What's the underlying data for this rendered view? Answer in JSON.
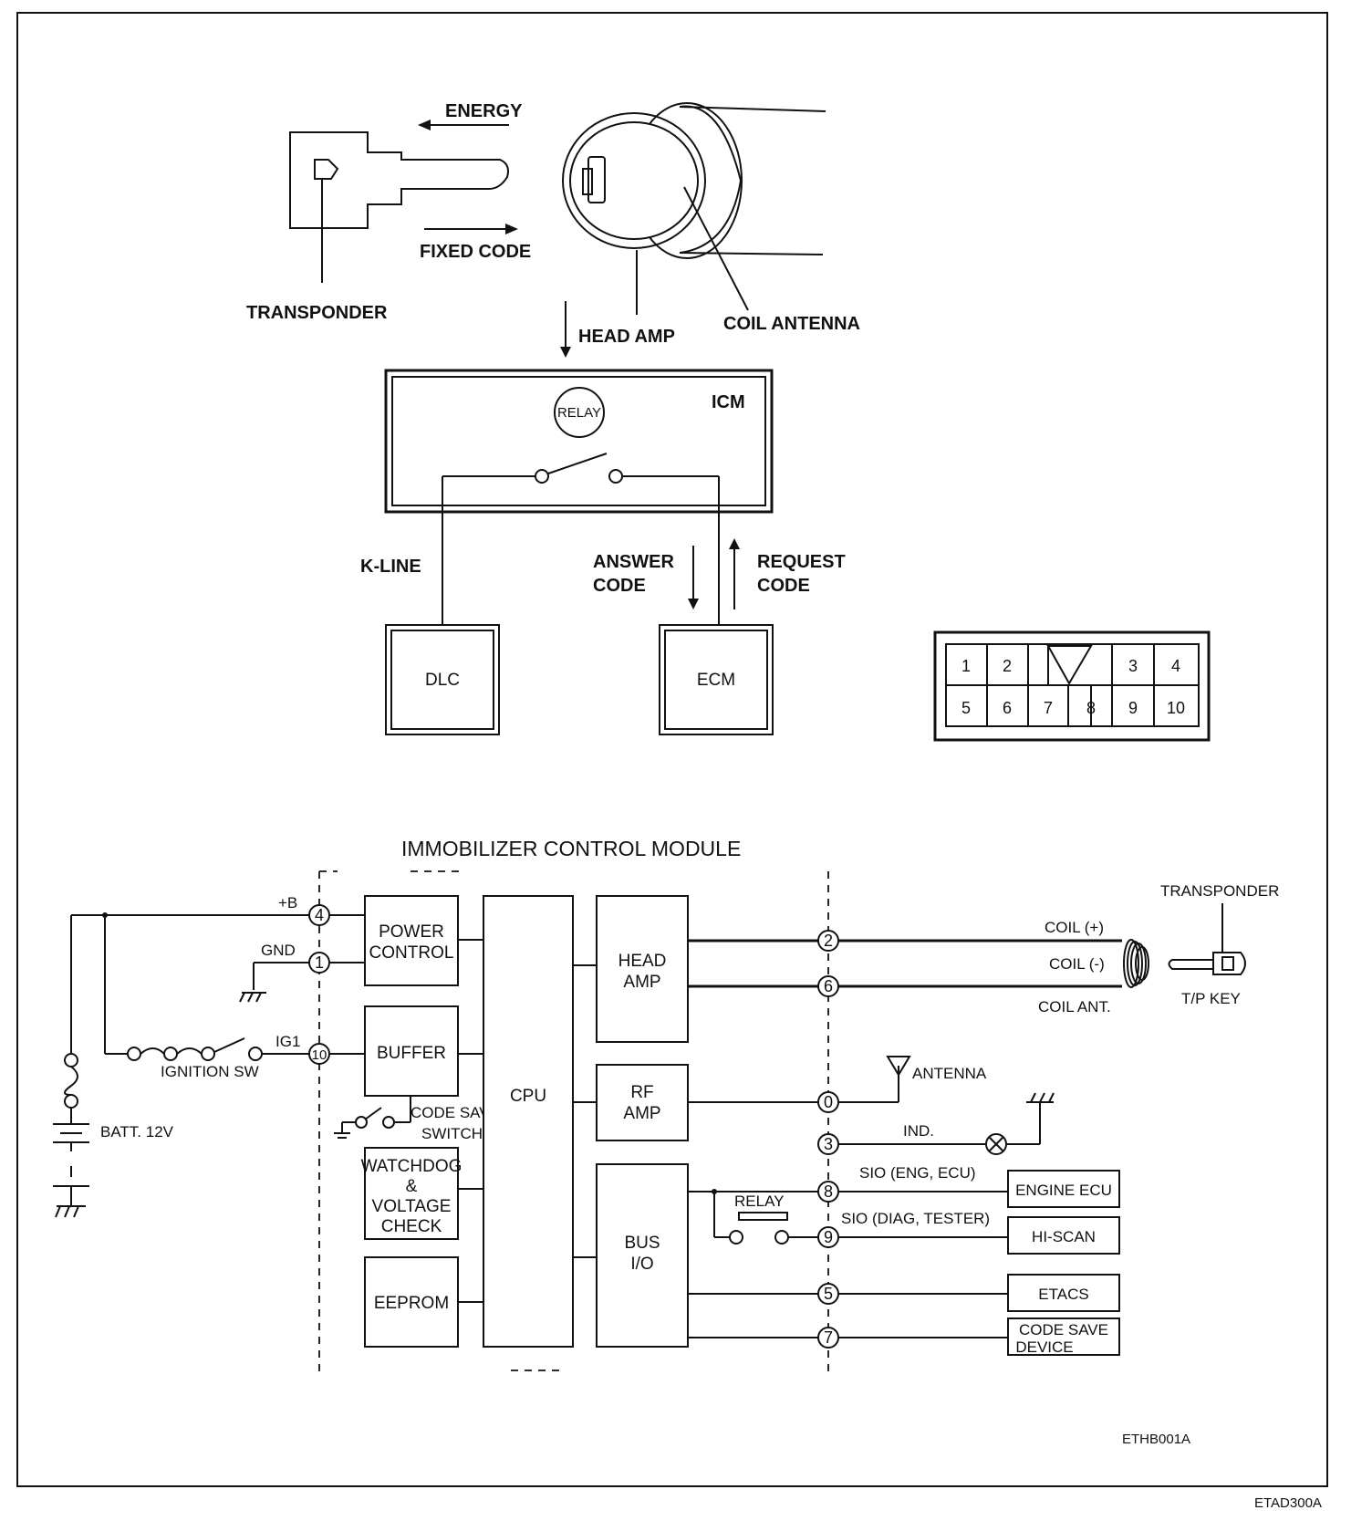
{
  "top": {
    "energy": "ENERGY",
    "fixed_code": "FIXED CODE",
    "transponder": "TRANSPONDER",
    "head_amp": "HEAD AMP",
    "coil_antenna": "COIL ANTENNA",
    "relay": "RELAY",
    "icm": "ICM",
    "k_line": "K-LINE",
    "answer_code_1": "ANSWER",
    "answer_code_2": "CODE",
    "request_code_1": "REQUEST",
    "request_code_2": "CODE",
    "dlc": "DLC",
    "ecm": "ECM"
  },
  "connector": {
    "top_row": [
      "1",
      "2",
      "3",
      "4"
    ],
    "bottom_row": [
      "5",
      "6",
      "7",
      "8",
      "9",
      "10"
    ]
  },
  "schematic": {
    "title": "IMMOBILIZER CONTROL MODULE",
    "plus_b": "+B",
    "gnd": "GND",
    "ig1": "IG1",
    "ignition_sw": "IGNITION SW",
    "batt": "BATT. 12V",
    "power_control_1": "POWER",
    "power_control_2": "CONTROL",
    "buffer": "BUFFER",
    "code_save_switch_1": "CODE SAVE",
    "code_save_switch_2": "SWITCH",
    "watchdog_1": "WATCHDOG",
    "watchdog_2": "&",
    "watchdog_3": "VOLTAGE",
    "watchdog_4": "CHECK",
    "eeprom": "EEPROM",
    "cpu": "CPU",
    "head_amp_1": "HEAD",
    "head_amp_2": "AMP",
    "rf_amp_1": "RF",
    "rf_amp_2": "AMP",
    "bus_io_1": "BUS",
    "bus_io_2": "I/O",
    "relay": "RELAY",
    "coil_plus": "COIL (+)",
    "coil_minus": "COIL (-)",
    "coil_ant": "COIL ANT.",
    "transponder": "TRANSPONDER",
    "tp_key": "T/P KEY",
    "antenna": "ANTENNA",
    "ind": "IND.",
    "sio_eng": "SIO (ENG, ECU)",
    "sio_diag": "SIO (DIAG, TESTER)",
    "engine_ecu": "ENGINE ECU",
    "hi_scan": "HI-SCAN",
    "etacs": "ETACS",
    "code_save_device_1": "CODE SAVE",
    "code_save_device_2": "DEVICE",
    "pins": {
      "p4": "4",
      "p1": "1",
      "p10": "10",
      "p2": "2",
      "p6": "6",
      "p0": "0",
      "p3": "3",
      "p8": "8",
      "p9": "9",
      "p5": "5",
      "p7": "7"
    }
  },
  "footer": {
    "code_inner": "ETHB001A",
    "code_outer": "ETAD300A"
  }
}
